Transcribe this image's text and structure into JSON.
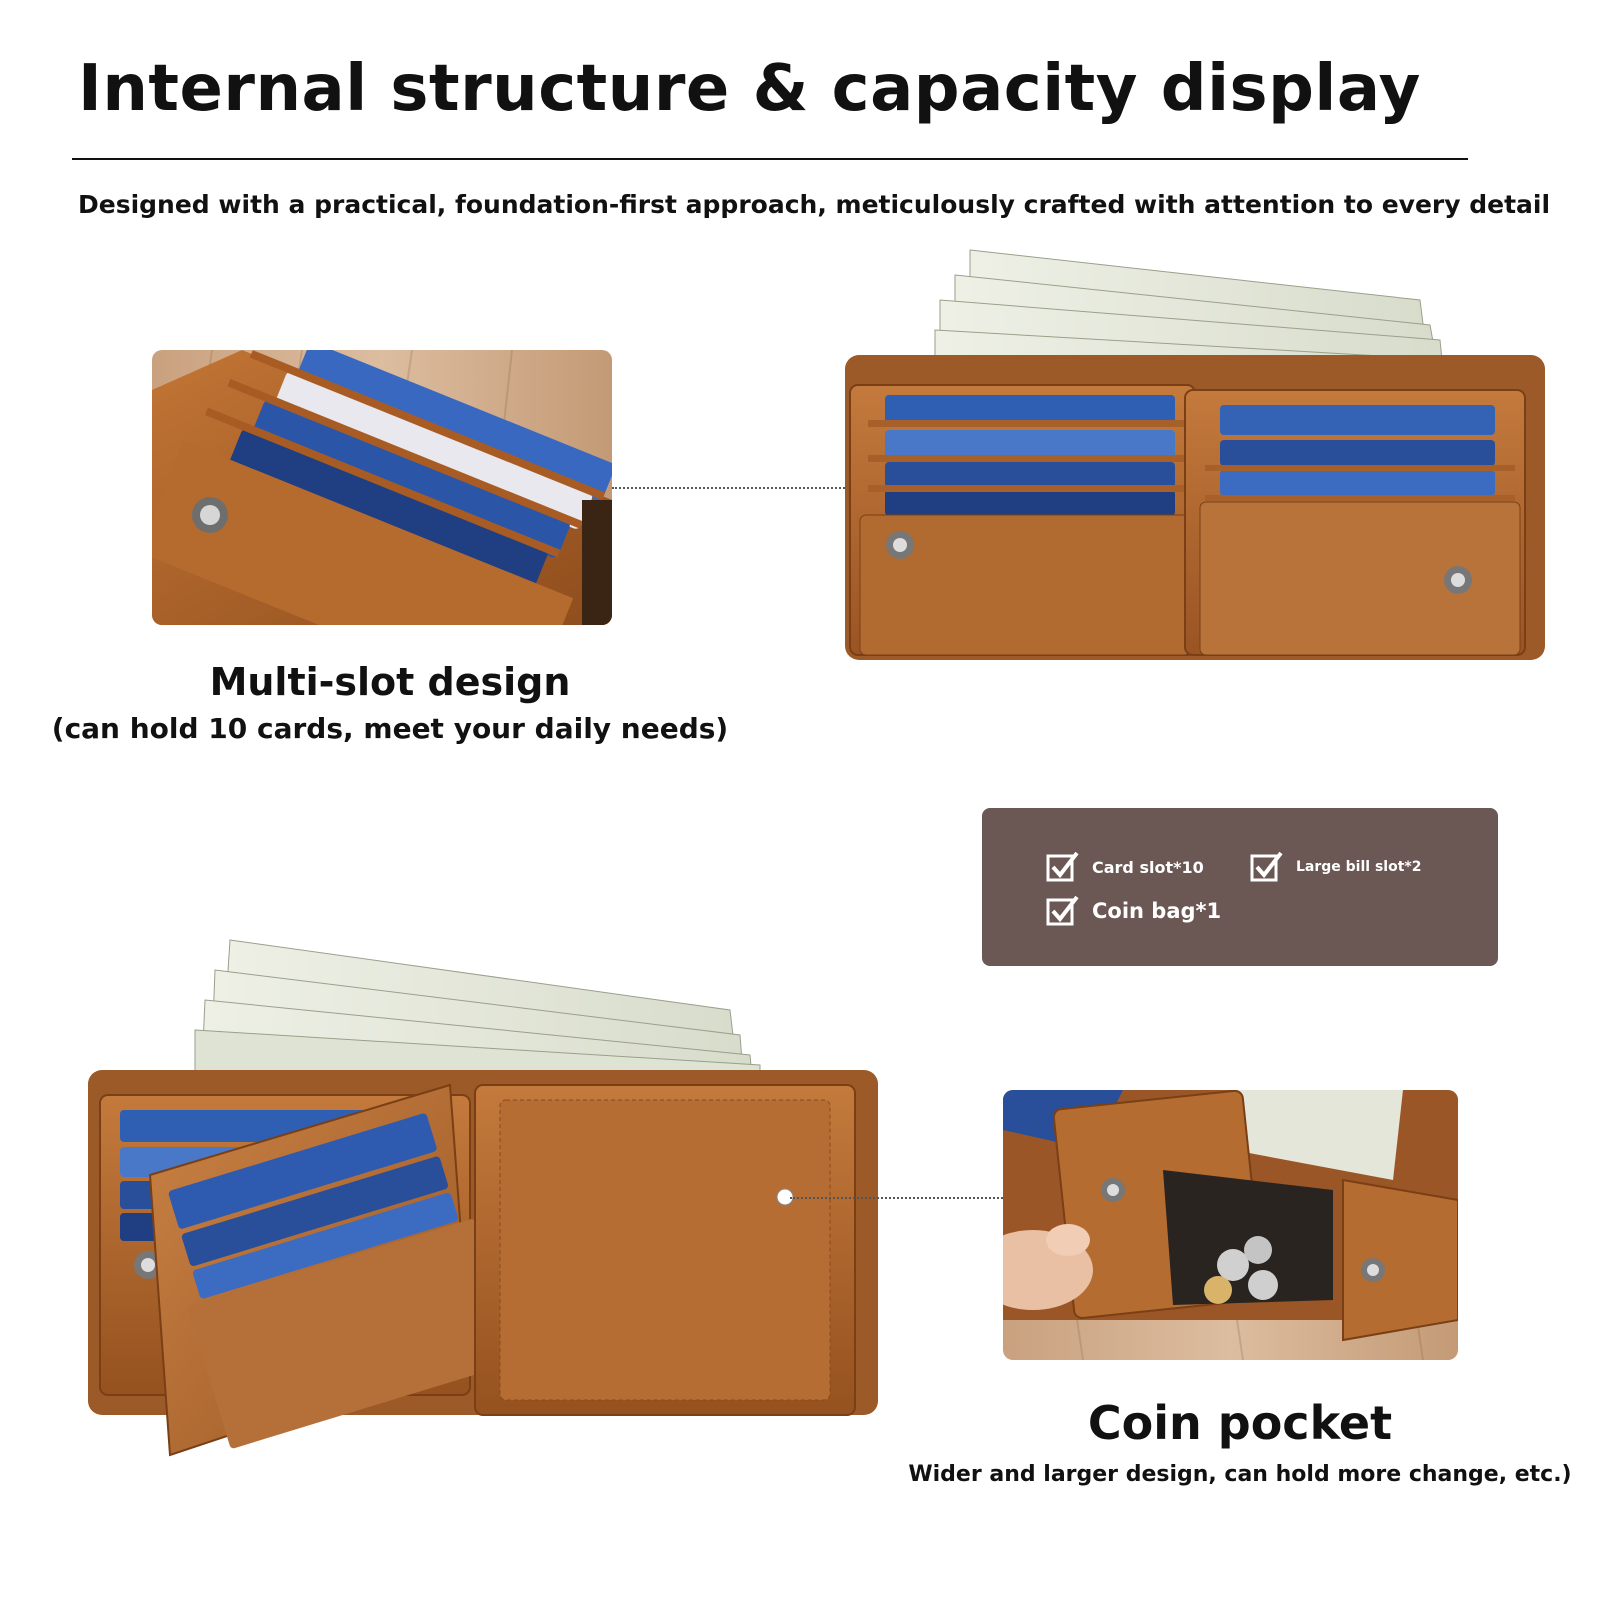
{
  "header": {
    "title": "Internal structure & capacity display",
    "subtitle": "Designed with a practical, foundation-first approach, meticulously crafted with attention to every detail"
  },
  "multi_slot": {
    "heading": "Multi-slot design",
    "caption": "(can hold 10 cards, meet your daily needs)"
  },
  "specs": {
    "card_slot": "Card slot*10",
    "bill_slot": "Large bill slot*2",
    "coin_bag": "Coin bag*1"
  },
  "coin_pocket": {
    "heading": "Coin pocket",
    "caption": "Wider and larger design, can hold more change, etc.)"
  },
  "colors": {
    "leather": "#b0642b",
    "leather_dark": "#7e4318",
    "panel": "#6b5753",
    "card_blue": "#2a4f9a"
  }
}
